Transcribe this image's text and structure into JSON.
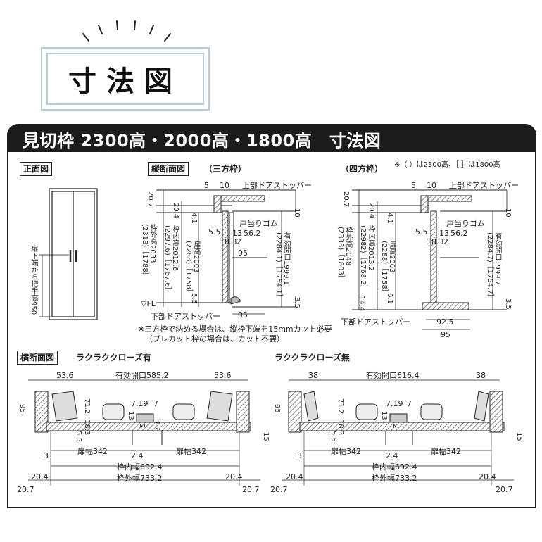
{
  "title": "寸法図",
  "section_title": "見切枠 2300高・2000高・1800高　寸法図",
  "front": {
    "label": "正面図",
    "handle_note": "扉下端から把手高950"
  },
  "vertical": {
    "label": "縦断面図",
    "three": "（三方枠）",
    "four": "（四方枠）",
    "note": "※（ ）は2300高、［ ］は1800高",
    "upper_stopper": "上部ドアストッパー",
    "lower_stopper": "下部ドアストッパー",
    "rubber": "戸当りゴム",
    "fl": "▽FL",
    "three_dims": {
      "d5": "5",
      "d10": "10",
      "d207": "20.7",
      "d204": "20.4",
      "d41": "4.1",
      "d55": "5.5",
      "d13": "13",
      "d562": "56.2",
      "d183": "18.3",
      "d2": "2",
      "d95a": "95",
      "d95b": "95",
      "d10r": "10",
      "d35": "3.5",
      "d55b": "5.5",
      "outer": "枠外高2033\n(2318)［1788］",
      "inner": "枠内高2012.6\n(2297.6)［1767.6］",
      "door": "扉高2003\n(2288)［1758］",
      "open": "有効開口1999.1\n(2284.1)［1754.1］"
    },
    "four_dims": {
      "d5": "5",
      "d10": "10",
      "d207": "20.7",
      "d204": "20.4",
      "d41": "4.1",
      "d55": "5.5",
      "d13": "13",
      "d562": "56.2",
      "d183": "18.3",
      "d2": "2",
      "d61": "6.1",
      "d144": "14.4",
      "d10r": "10",
      "d35": "3.5",
      "d925": "92.5",
      "d95": "95",
      "outer": "枠外高2048\n(2333)［1803］",
      "inner": "枠内高2013.2\n(22982)［1768.2］",
      "door": "扉高2003\n(2288)［1758］",
      "open": "有効開口1999.7\n(2284.7)［1754.7］"
    },
    "cut_note_1": "※三方枠で納める場合は、縦枠下端を15mmカット必要",
    "cut_note_2": "（プレカット枠の場合は、カット不要）"
  },
  "horizontal": {
    "label": "横断面図",
    "with_close": "ラクラククローズ有",
    "without_close": "ラククラクローズ無",
    "left": {
      "side_l": "53.6",
      "open": "有効開口585.2",
      "side_r": "53.6",
      "d95": "95",
      "d55": "5.5",
      "d183": "18.3",
      "d712": "71.2",
      "d719": "7.19",
      "d7": "7",
      "d13": "13",
      "d2": "2",
      "d37": "3.7",
      "d15": "15",
      "d3": "3",
      "d24": "2.4",
      "door_l": "扉幅342",
      "door_r": "扉幅342",
      "inner_w": "枠内幅692.4",
      "outer_w": "枠外幅733.2",
      "d204l": "20.4",
      "d204r": "20.4",
      "d207l": "20.7",
      "d207r": "20.7"
    },
    "right": {
      "side_l": "38",
      "open": "有効開口616.4",
      "side_r": "38",
      "d95": "95",
      "d55": "5.5",
      "d183": "18.3",
      "d712": "71.2",
      "d719": "7.19",
      "d7": "7",
      "d13": "13",
      "d2": "2",
      "d15": "15",
      "d3": "3",
      "d24": "2.4",
      "door_l": "扉幅342",
      "door_r": "扉幅342",
      "inner_w": "枠内幅692.4",
      "outer_w": "枠外幅733.2",
      "d204l": "20.4",
      "d204r": "20.4",
      "d207l": "20.7",
      "d207r": "20.7"
    }
  }
}
